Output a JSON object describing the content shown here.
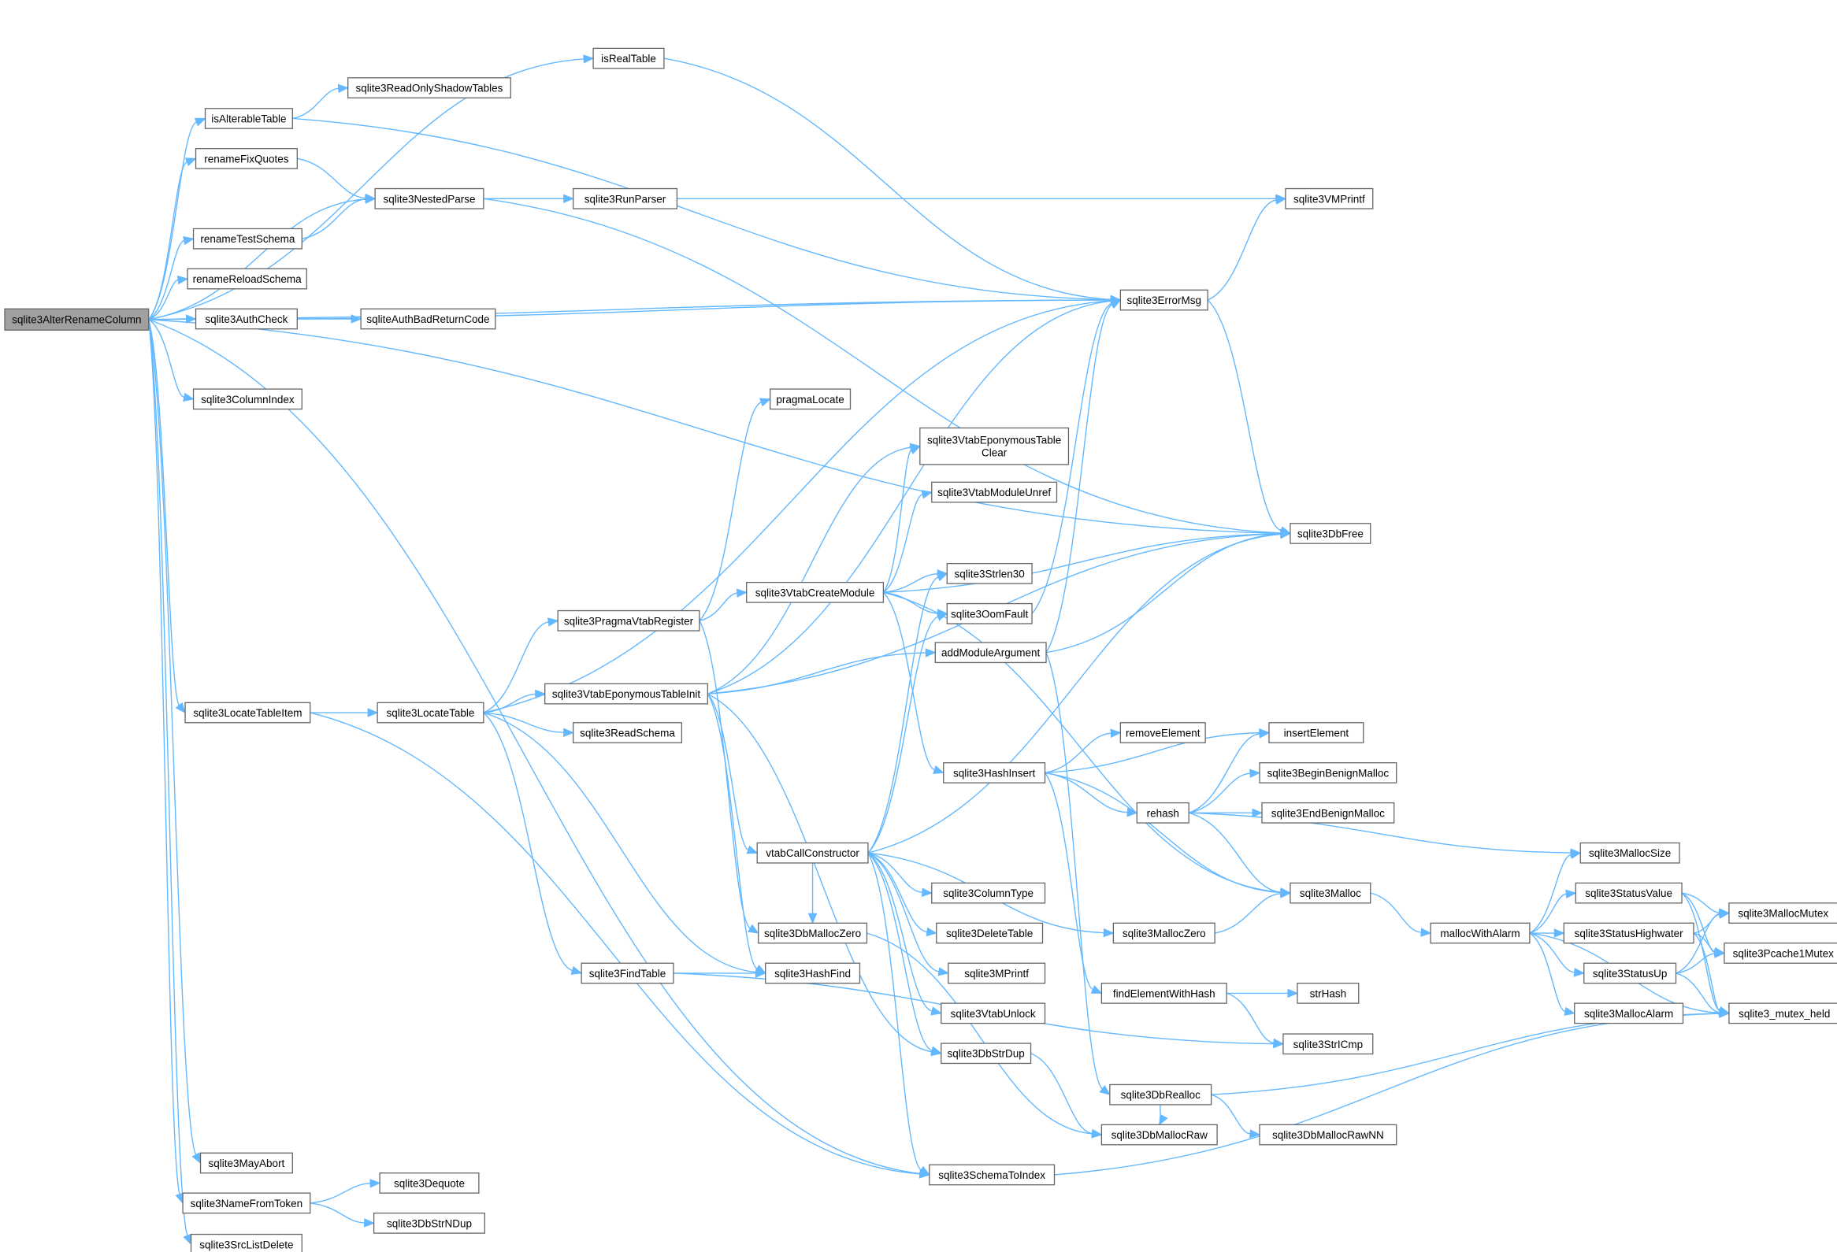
{
  "graph": {
    "root": "sqlite3AlterRenameColumn",
    "nodes": [
      {
        "id": "n0",
        "label": "sqlite3AlterRenameColumn",
        "root": true
      },
      {
        "id": "n1",
        "label": "isRealTable"
      },
      {
        "id": "n2",
        "label": "isAlterableTable"
      },
      {
        "id": "n3",
        "label": "sqlite3ReadOnlyShadowTables"
      },
      {
        "id": "n4",
        "label": "renameFixQuotes"
      },
      {
        "id": "n5",
        "label": "sqlite3NestedParse"
      },
      {
        "id": "n6",
        "label": "sqlite3RunParser"
      },
      {
        "id": "n7",
        "label": "sqlite3VMPrintf"
      },
      {
        "id": "n8",
        "label": "renameTestSchema"
      },
      {
        "id": "n9",
        "label": "renameReloadSchema"
      },
      {
        "id": "n10",
        "label": "sqlite3AuthCheck"
      },
      {
        "id": "n11",
        "label": "sqliteAuthBadReturnCode"
      },
      {
        "id": "n12",
        "label": "sqlite3ErrorMsg"
      },
      {
        "id": "n13",
        "label": "sqlite3ColumnIndex"
      },
      {
        "id": "n14",
        "label": "pragmaLocate"
      },
      {
        "id": "n15",
        "label": [
          "sqlite3VtabEponymousTable",
          "Clear"
        ]
      },
      {
        "id": "n16",
        "label": "sqlite3VtabModuleUnref"
      },
      {
        "id": "n17",
        "label": "sqlite3DbFree"
      },
      {
        "id": "n18",
        "label": "sqlite3Strlen30"
      },
      {
        "id": "n19",
        "label": "sqlite3VtabCreateModule"
      },
      {
        "id": "n20",
        "label": "sqlite3PragmaVtabRegister"
      },
      {
        "id": "n21",
        "label": "sqlite3OomFault"
      },
      {
        "id": "n22",
        "label": "addModuleArgument"
      },
      {
        "id": "n23",
        "label": "sqlite3LocateTableItem"
      },
      {
        "id": "n24",
        "label": "sqlite3LocateTable"
      },
      {
        "id": "n25",
        "label": "sqlite3VtabEponymousTableInit"
      },
      {
        "id": "n26",
        "label": "sqlite3ReadSchema"
      },
      {
        "id": "n27",
        "label": "removeElement"
      },
      {
        "id": "n28",
        "label": "insertElement"
      },
      {
        "id": "n29",
        "label": "sqlite3HashInsert"
      },
      {
        "id": "n30",
        "label": "sqlite3BeginBenignMalloc"
      },
      {
        "id": "n31",
        "label": "rehash"
      },
      {
        "id": "n32",
        "label": "sqlite3EndBenignMalloc"
      },
      {
        "id": "n33",
        "label": "vtabCallConstructor"
      },
      {
        "id": "n34",
        "label": "sqlite3MallocSize"
      },
      {
        "id": "n35",
        "label": "sqlite3ColumnType"
      },
      {
        "id": "n36",
        "label": "sqlite3Malloc"
      },
      {
        "id": "n37",
        "label": "sqlite3StatusValue"
      },
      {
        "id": "n38",
        "label": "sqlite3MallocMutex"
      },
      {
        "id": "n39",
        "label": "sqlite3DbMallocZero"
      },
      {
        "id": "n40",
        "label": "sqlite3DeleteTable"
      },
      {
        "id": "n41",
        "label": "sqlite3MallocZero"
      },
      {
        "id": "n42",
        "label": "mallocWithAlarm"
      },
      {
        "id": "n43",
        "label": "sqlite3StatusHighwater"
      },
      {
        "id": "n44",
        "label": "sqlite3Pcache1Mutex"
      },
      {
        "id": "n45",
        "label": "sqlite3FindTable"
      },
      {
        "id": "n46",
        "label": "sqlite3HashFind"
      },
      {
        "id": "n47",
        "label": "sqlite3MPrintf"
      },
      {
        "id": "n48",
        "label": "sqlite3StatusUp"
      },
      {
        "id": "n49",
        "label": "findElementWithHash"
      },
      {
        "id": "n50",
        "label": "strHash"
      },
      {
        "id": "n51",
        "label": "sqlite3VtabUnlock"
      },
      {
        "id": "n52",
        "label": "sqlite3MallocAlarm"
      },
      {
        "id": "n53",
        "label": "sqlite3_mutex_held"
      },
      {
        "id": "n54",
        "label": "sqlite3StrICmp"
      },
      {
        "id": "n55",
        "label": "sqlite3DbStrDup"
      },
      {
        "id": "n56",
        "label": "sqlite3DbRealloc"
      },
      {
        "id": "n57",
        "label": "sqlite3DbMallocRaw"
      },
      {
        "id": "n58",
        "label": "sqlite3DbMallocRawNN"
      },
      {
        "id": "n59",
        "label": "sqlite3MayAbort"
      },
      {
        "id": "n60",
        "label": "sqlite3SchemaToIndex"
      },
      {
        "id": "n61",
        "label": "sqlite3Dequote"
      },
      {
        "id": "n62",
        "label": "sqlite3NameFromToken"
      },
      {
        "id": "n63",
        "label": "sqlite3DbStrNDup"
      },
      {
        "id": "n64",
        "label": "sqlite3SrcListDelete"
      }
    ],
    "edges": [
      [
        "n0",
        "n1"
      ],
      [
        "n0",
        "n2"
      ],
      [
        "n0",
        "n4"
      ],
      [
        "n0",
        "n5"
      ],
      [
        "n0",
        "n8"
      ],
      [
        "n0",
        "n9"
      ],
      [
        "n0",
        "n10"
      ],
      [
        "n0",
        "n12"
      ],
      [
        "n0",
        "n13"
      ],
      [
        "n0",
        "n17"
      ],
      [
        "n0",
        "n23"
      ],
      [
        "n0",
        "n59"
      ],
      [
        "n0",
        "n62"
      ],
      [
        "n0",
        "n64"
      ],
      [
        "n0",
        "n60"
      ],
      [
        "n1",
        "n12"
      ],
      [
        "n2",
        "n3"
      ],
      [
        "n2",
        "n12"
      ],
      [
        "n4",
        "n5"
      ],
      [
        "n8",
        "n5"
      ],
      [
        "n5",
        "n6"
      ],
      [
        "n5",
        "n7"
      ],
      [
        "n5",
        "n17"
      ],
      [
        "n10",
        "n11"
      ],
      [
        "n10",
        "n12"
      ],
      [
        "n12",
        "n7"
      ],
      [
        "n12",
        "n17"
      ],
      [
        "n23",
        "n24"
      ],
      [
        "n23",
        "n60"
      ],
      [
        "n24",
        "n12"
      ],
      [
        "n24",
        "n20"
      ],
      [
        "n24",
        "n25"
      ],
      [
        "n24",
        "n26"
      ],
      [
        "n24",
        "n45"
      ],
      [
        "n24",
        "n46"
      ],
      [
        "n20",
        "n14"
      ],
      [
        "n20",
        "n19"
      ],
      [
        "n20",
        "n39"
      ],
      [
        "n25",
        "n15"
      ],
      [
        "n25",
        "n22"
      ],
      [
        "n25",
        "n33"
      ],
      [
        "n25",
        "n17"
      ],
      [
        "n25",
        "n12"
      ],
      [
        "n25",
        "n46"
      ],
      [
        "n25",
        "n55"
      ],
      [
        "n19",
        "n15"
      ],
      [
        "n19",
        "n16"
      ],
      [
        "n19",
        "n17"
      ],
      [
        "n19",
        "n18"
      ],
      [
        "n19",
        "n21"
      ],
      [
        "n19",
        "n29"
      ],
      [
        "n19",
        "n36"
      ],
      [
        "n22",
        "n17"
      ],
      [
        "n22",
        "n12"
      ],
      [
        "n22",
        "n56"
      ],
      [
        "n21",
        "n12"
      ],
      [
        "n29",
        "n27"
      ],
      [
        "n29",
        "n28"
      ],
      [
        "n29",
        "n31"
      ],
      [
        "n29",
        "n36"
      ],
      [
        "n29",
        "n49"
      ],
      [
        "n31",
        "n28"
      ],
      [
        "n31",
        "n30"
      ],
      [
        "n31",
        "n32"
      ],
      [
        "n31",
        "n34"
      ],
      [
        "n31",
        "n36"
      ],
      [
        "n33",
        "n35"
      ],
      [
        "n33",
        "n40"
      ],
      [
        "n33",
        "n47"
      ],
      [
        "n33",
        "n51"
      ],
      [
        "n33",
        "n55"
      ],
      [
        "n33",
        "n41"
      ],
      [
        "n33",
        "n17"
      ],
      [
        "n33",
        "n18"
      ],
      [
        "n33",
        "n21"
      ],
      [
        "n33",
        "n60"
      ],
      [
        "n33",
        "n39"
      ],
      [
        "n39",
        "n57"
      ],
      [
        "n41",
        "n36"
      ],
      [
        "n36",
        "n42"
      ],
      [
        "n42",
        "n34"
      ],
      [
        "n42",
        "n37"
      ],
      [
        "n42",
        "n43"
      ],
      [
        "n42",
        "n48"
      ],
      [
        "n42",
        "n52"
      ],
      [
        "n42",
        "n53"
      ],
      [
        "n37",
        "n38"
      ],
      [
        "n37",
        "n44"
      ],
      [
        "n37",
        "n53"
      ],
      [
        "n43",
        "n38"
      ],
      [
        "n43",
        "n44"
      ],
      [
        "n43",
        "n53"
      ],
      [
        "n48",
        "n38"
      ],
      [
        "n48",
        "n44"
      ],
      [
        "n48",
        "n53"
      ],
      [
        "n45",
        "n46"
      ],
      [
        "n45",
        "n54"
      ],
      [
        "n49",
        "n50"
      ],
      [
        "n49",
        "n54"
      ],
      [
        "n55",
        "n57"
      ],
      [
        "n56",
        "n57"
      ],
      [
        "n56",
        "n58"
      ],
      [
        "n56",
        "n53"
      ],
      [
        "n60",
        "n53"
      ],
      [
        "n62",
        "n61"
      ],
      [
        "n62",
        "n63"
      ]
    ]
  }
}
